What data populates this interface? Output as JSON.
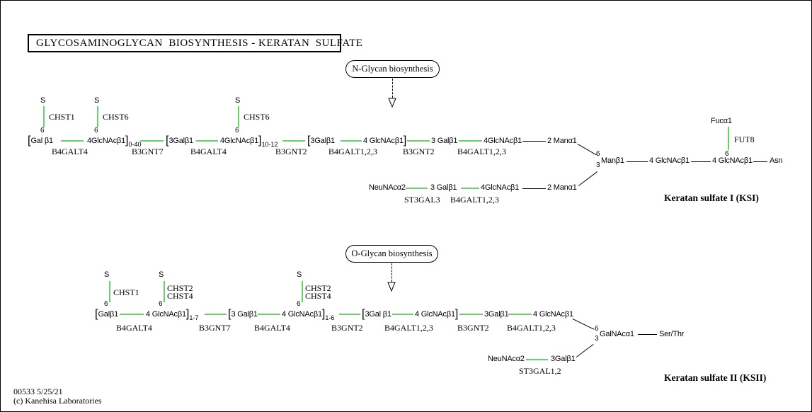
{
  "title": "GLYCOSAMINOGLYCAN  BIOSYNTHESIS - KERATAN  SULFATE",
  "links": {
    "n_glycan": "N-Glycan biosynthesis",
    "o_glycan": "O-Glycan biosynthesis"
  },
  "glyphs": {
    "lb": "[",
    "rb": "]",
    "s": "S",
    "six": "6",
    "three": "3"
  },
  "colors": {
    "sulfation_green": "#6CCE6C",
    "edge_black": "#000000"
  },
  "ksi": {
    "caption": "Keratan sulfate I (KSI)",
    "sugars": {
      "gal1": "Gal β1",
      "glcnac1": "4GlcNAcβ1",
      "rep1_sub": "0-40",
      "gal2": "3Galβ1",
      "glcnac2": "4GlcNAcβ1",
      "rep2_sub": "10-12",
      "gal3": "3Galβ1",
      "glcnac3": "4 GlcNAcβ1",
      "gal4": "3 Galβ1",
      "glcnac4": "4GlcNAcβ1",
      "man_upper": "2 Manα1",
      "man_lower": "2 Manα1",
      "man_core": "Manβ1",
      "glcnac_core1": "4 GlcNAcβ1",
      "glcnac_core2": "4 GlcNAcβ1",
      "asn": "Asn",
      "fuc": "Fucα1",
      "neunac": "NeuNAcα2",
      "gal_lower": "3 Galβ1",
      "glcnac_lower": "4GlcNAcβ1"
    },
    "enzymes": {
      "e1": "B4GALT4",
      "e2": "B3GNT7",
      "e3": "B4GALT4",
      "e4": "B3GNT2",
      "e5": "B4GALT1,2,3",
      "e6": "B3GNT2",
      "e7": "B4GALT1,2,3",
      "fut": "FUT8",
      "st3gal": "ST3GAL3",
      "b4galt_lower": "B4GALT1,2,3",
      "chst_a": "CHST1",
      "chst_b": "CHST6",
      "chst_c": "CHST6"
    }
  },
  "ksii": {
    "caption": "Keratan sulfate II (KSII)",
    "sugars": {
      "gal1": "Galβ1",
      "glcnac1": "4 GlcNAcβ1",
      "rep1_sub": "1-7",
      "gal2": "3 Galβ1",
      "glcnac2": "4 GlcNAcβ1",
      "rep2_sub": "1-6",
      "gal3": "3Gal β1",
      "glcnac3": "4 GlcNAcβ1",
      "gal4": "3Galβ1",
      "glcnac4": "4 GlcNAcβ1",
      "galnac": "GalNAcα1",
      "ser_thr": "Ser/Thr",
      "neunac": "NeuNAcα2",
      "gal_lower": "3Galβ1"
    },
    "enzymes": {
      "e1": "B4GALT4",
      "e2": "B3GNT7",
      "e3": "B4GALT4",
      "e4": "B3GNT2",
      "e5": "B4GALT1,2,3",
      "e6": "B3GNT2",
      "e7": "B4GALT1,2,3",
      "st3gal": "ST3GAL1,2",
      "chst_a": "CHST1",
      "chst_b1": "CHST2",
      "chst_b2": "CHST4",
      "chst_c1": "CHST2",
      "chst_c2": "CHST4"
    }
  },
  "footer": {
    "map_id": "00533 5/25/21",
    "copyright": "(c) Kanehisa Laboratories"
  }
}
